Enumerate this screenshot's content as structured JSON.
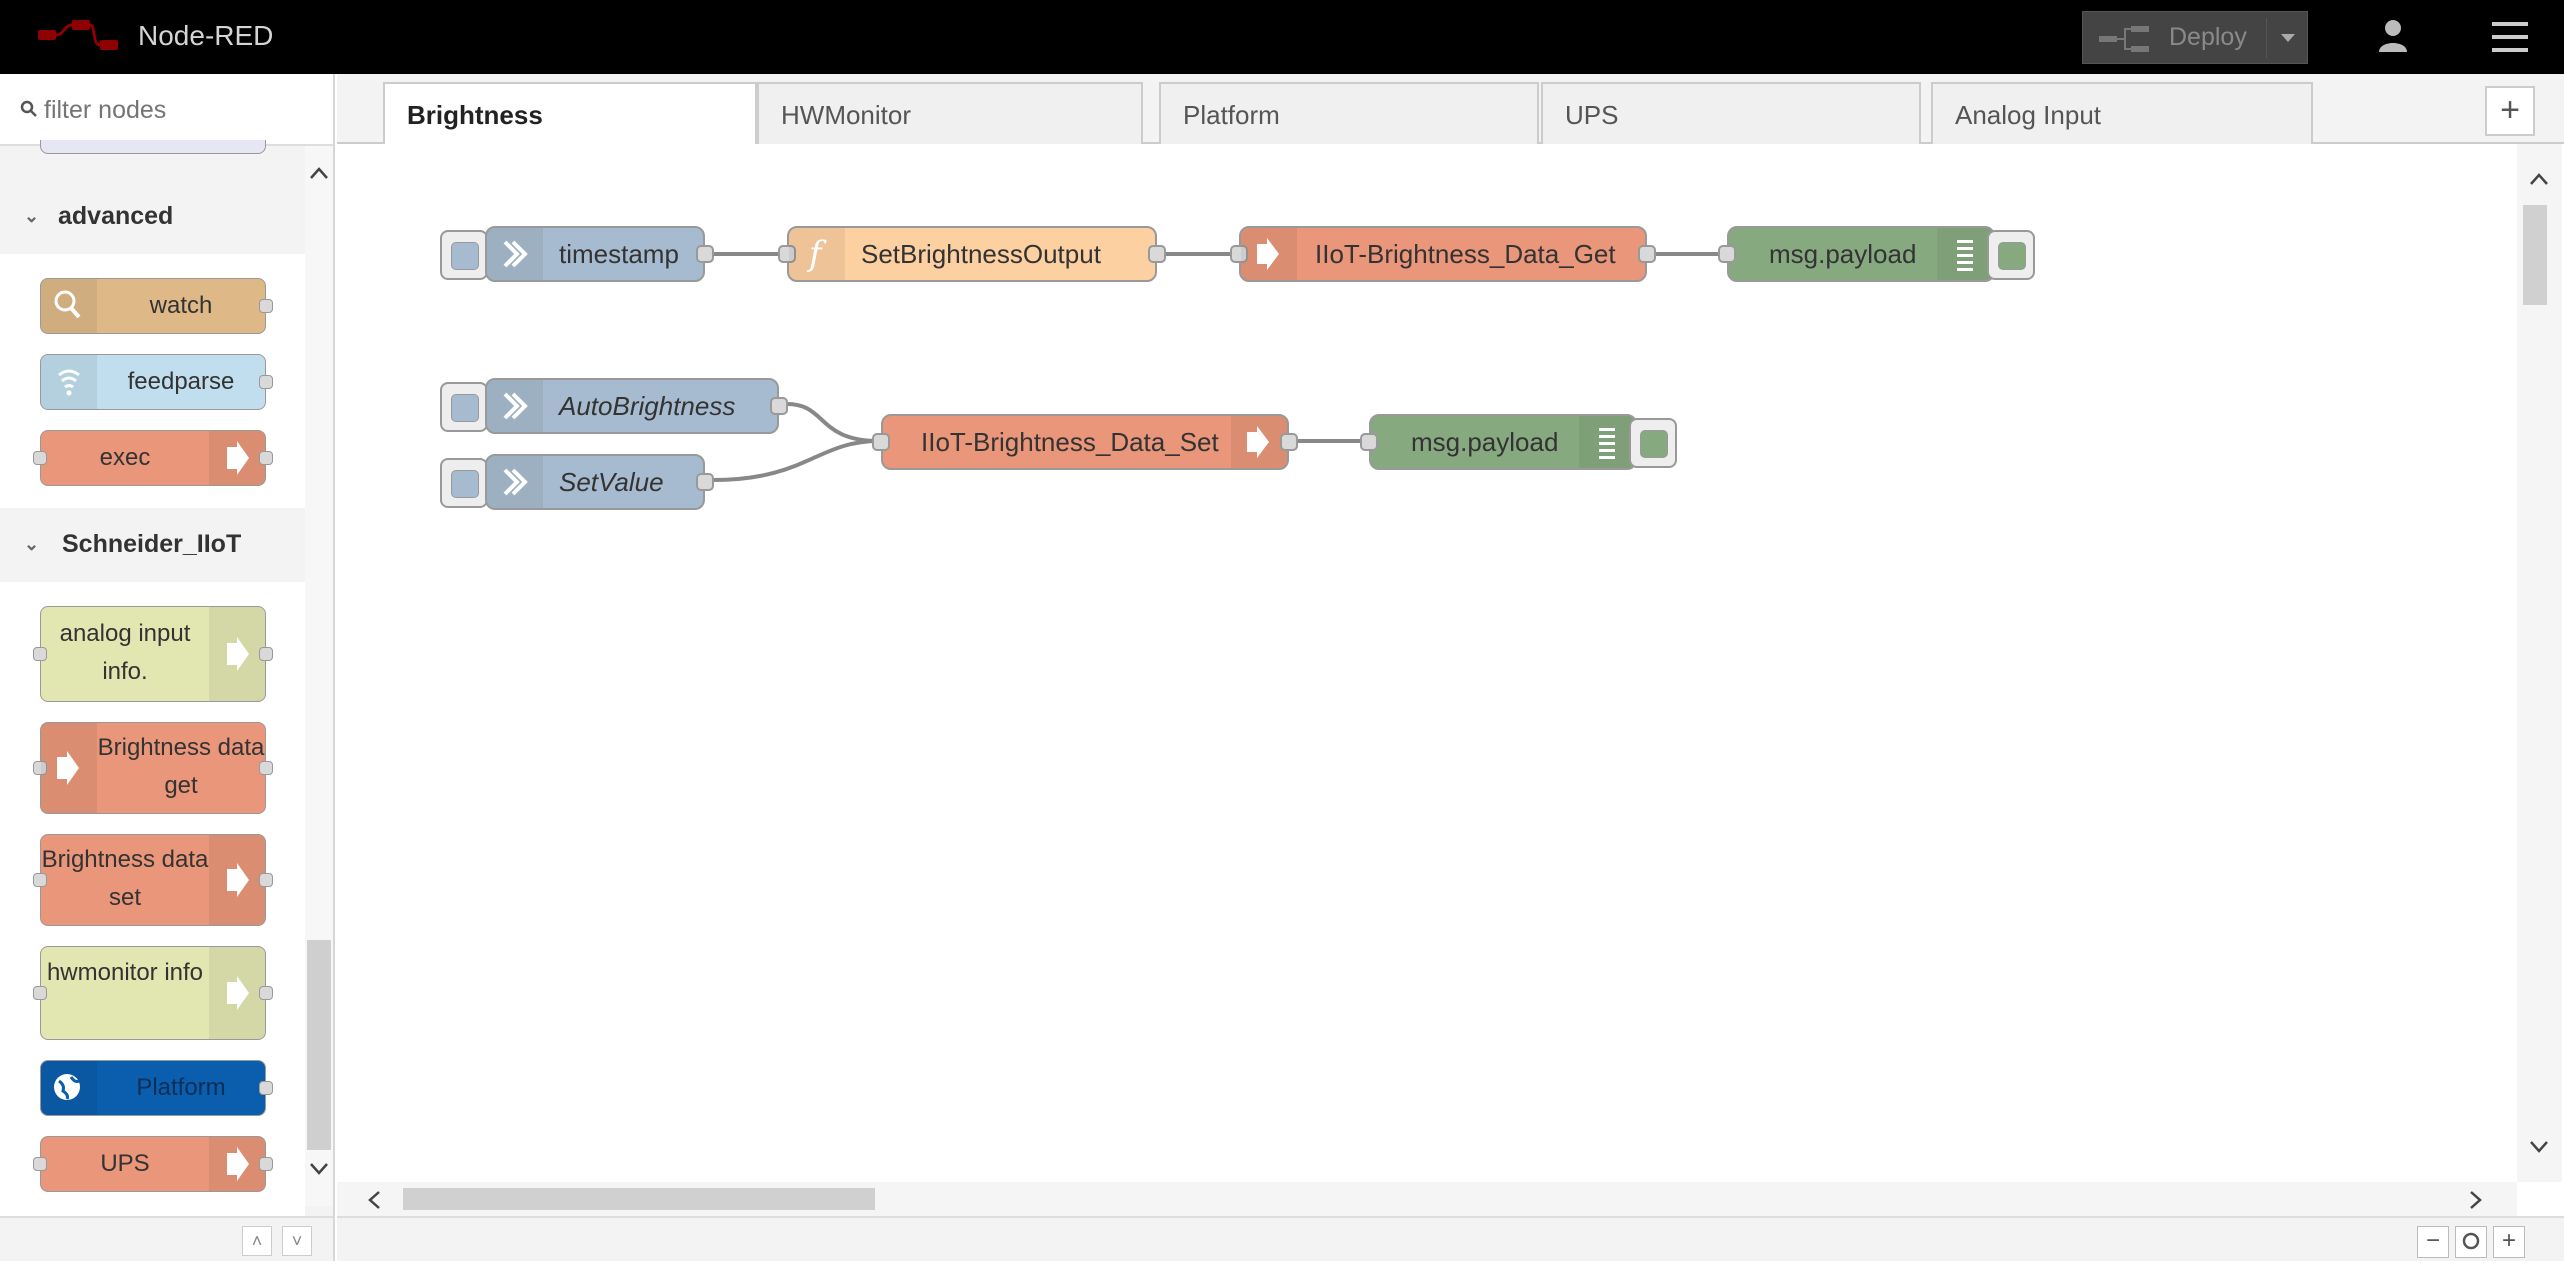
{
  "header": {
    "title": "Node-RED",
    "deploy_label": "Deploy",
    "user_icon": "user-icon",
    "menu_icon": "hamburger-menu-icon"
  },
  "palette": {
    "filter_placeholder": "filter nodes",
    "categories": [
      {
        "name": "advanced",
        "nodes": [
          "watch",
          "feedparse",
          "exec"
        ]
      },
      {
        "name": "Schneider_IIoT",
        "nodes": [
          "analog input info.",
          "Brightness data get",
          "Brightness data set",
          "hwmonitor info",
          "Platform",
          "UPS"
        ]
      }
    ]
  },
  "tabs": [
    "Brightness",
    "HWMonitor",
    "Platform",
    "UPS",
    "Analog Input"
  ],
  "active_tab": "Brightness",
  "flow": {
    "nodes": {
      "timestamp": "timestamp",
      "set_brightness_output": "SetBrightnessOutput",
      "data_get": "IIoT-Brightness_Data_Get",
      "debug1": "msg.payload",
      "auto_brightness": "AutoBrightness",
      "set_value": "SetValue",
      "data_set": "IIoT-Brightness_Data_Set",
      "debug2": "msg.payload"
    }
  },
  "colors": {
    "inject": "#a6bbcf",
    "function": "#fdd0a2",
    "iiot": "#e9967a",
    "debug": "#87a980",
    "watch": "#deb887",
    "feedparse": "#c0deed",
    "platform": "#0b5ead",
    "info": "#e2e6b1"
  }
}
